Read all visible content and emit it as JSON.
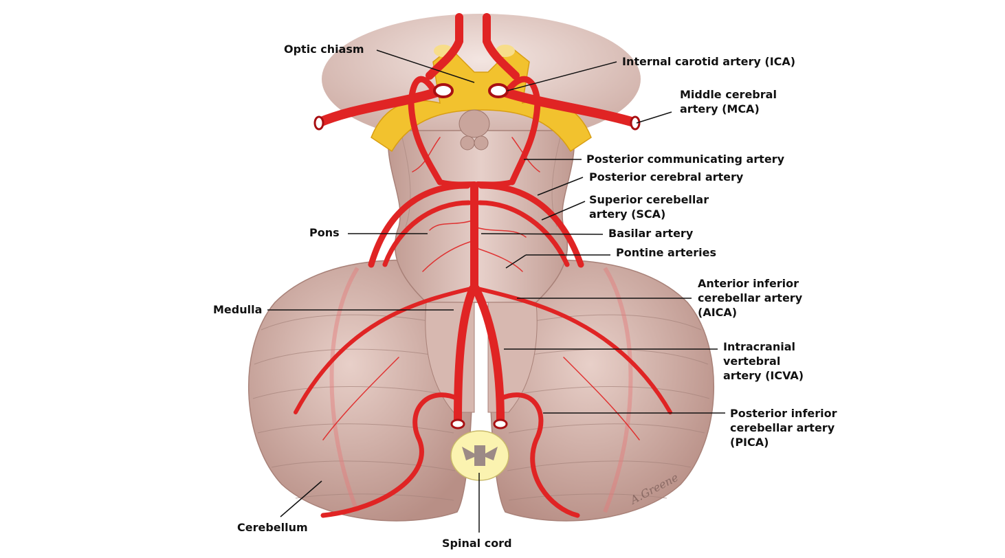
{
  "labels": {
    "optic_chiasm": "Optic chiasm",
    "ica": "Internal carotid artery (ICA)",
    "mca": [
      "Middle cerebral",
      "artery (MCA)"
    ],
    "pcom": "Posterior communicating artery",
    "pca": "Posterior cerebral artery",
    "sca": [
      "Superior cerebellar",
      "artery (SCA)"
    ],
    "pons": "Pons",
    "basilar": "Basilar artery",
    "pontine": "Pontine arteries",
    "aica": [
      "Anterior inferior",
      "cerebellar artery",
      "(AICA)"
    ],
    "medulla": "Medulla",
    "icva": [
      "Intracranial",
      "vertebral",
      "artery (ICVA)"
    ],
    "pica": [
      "Posterior inferior",
      "cerebellar artery",
      "(PICA)"
    ],
    "cerebellum": "Cerebellum",
    "spinal_cord": "Spinal cord"
  },
  "colors": {
    "artery": "#e02424",
    "artery_dark": "#a80f12",
    "brain_tissue": "#d9b8b0",
    "brain_shadow": "#b99088",
    "optic_chiasm": "#f2c22e",
    "spinal_cord": "#fbf3b0"
  }
}
